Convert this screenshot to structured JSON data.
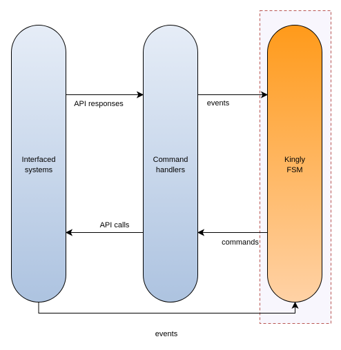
{
  "nodes": {
    "interfaced_systems": {
      "line1": "Interfaced",
      "line2": "systems"
    },
    "command_handlers": {
      "line1": "Command",
      "line2": "handlers"
    },
    "kingly_fsm": {
      "line1": "Kingly",
      "line2": "FSM"
    }
  },
  "edges": {
    "api_responses": "API responses",
    "events_top": "events",
    "api_calls": "API calls",
    "commands": "commands",
    "events_bottom": "events"
  },
  "colors": {
    "blue_pill_top": "#e6edf7",
    "blue_pill_bottom": "#adc3e0",
    "orange_pill_top": "#ff9a1a",
    "orange_pill_bottom": "#ffd2a6",
    "container_fill": "#f8f6fd",
    "container_border": "#b85450",
    "stroke": "#000000"
  }
}
